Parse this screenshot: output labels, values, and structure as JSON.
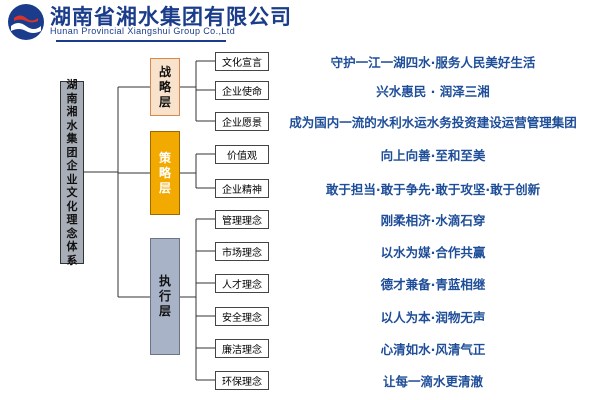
{
  "header": {
    "company_cn": "湖南省湘水集团有限公司",
    "company_en": "Hunan Provincial Xiangshui Group Co.,Ltd"
  },
  "root": {
    "label": "湖南湘水集团企业文化理念体系"
  },
  "layers": [
    {
      "label": "战略层",
      "items": [
        {
          "name": "文化宣言",
          "value": "守护一江一湖四水·服务人民美好生活"
        },
        {
          "name": "企业使命",
          "value": "兴水惠民 · 润泽三湘"
        },
        {
          "name": "企业愿景",
          "value": "成为国内一流的水利水运水务投资建设运营管理集团"
        }
      ]
    },
    {
      "label": "策略层",
      "items": [
        {
          "name": "价值观",
          "value": "向上向善·至和至美"
        },
        {
          "name": "企业精神",
          "value": "敢于担当·敢于争先·敢于攻坚·敢于创新"
        }
      ]
    },
    {
      "label": "执行层",
      "items": [
        {
          "name": "管理理念",
          "value": "刚柔相济·水滴石穿"
        },
        {
          "name": "市场理念",
          "value": "以水为媒·合作共赢"
        },
        {
          "name": "人才理念",
          "value": "德才兼备·青蓝相继"
        },
        {
          "name": "安全理念",
          "value": "以人为本·润物无声"
        },
        {
          "name": "廉洁理念",
          "value": "心清如水·风清气正"
        },
        {
          "name": "环保理念",
          "value": "让每一滴水更清澈"
        }
      ]
    }
  ],
  "colors": {
    "brand": "#1a3c8a",
    "value_text": "#1f4e99",
    "strategy_fill": "#f8e2cc",
    "policy_fill": "#f2a900",
    "exec_fill": "#a8b3c7",
    "root_fill": "#a8aeb8"
  }
}
